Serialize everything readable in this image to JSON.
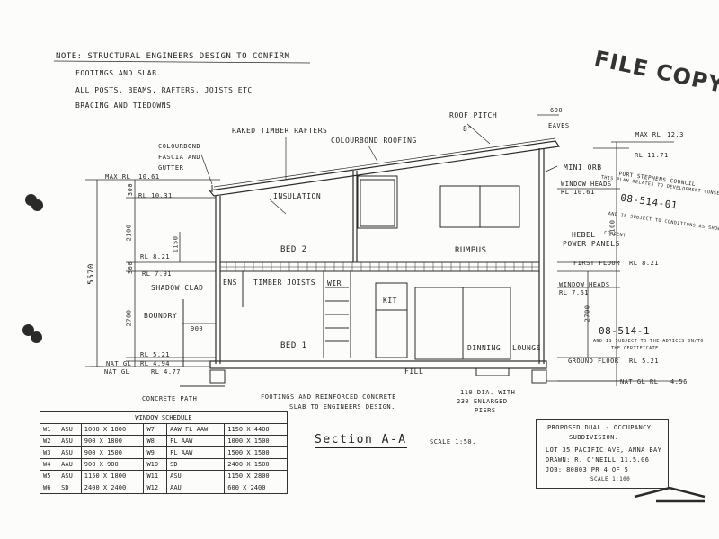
{
  "notes": {
    "heading": "Note: Structural engineers design to confirm",
    "items": [
      "Footings and slab.",
      "All posts, beams, rafters, joists etc",
      "Bracing and tiedowns"
    ]
  },
  "stamp": "FILE COPY",
  "labels": {
    "raked_rafters": "Raked timber rafters",
    "colorbond_roofing": "Colourbond roofing",
    "roof_pitch": "Roof pitch",
    "pitch_value": "8°",
    "eaves_dim": "600",
    "eaves": "Eaves",
    "fascia": "Colourbond fascia and gutter",
    "insulation": "Insulation",
    "mini_orb": "Mini orb",
    "window_heads_upper": "Window heads",
    "rl_upper_window": "RL 10.61",
    "hebel": "Hebel",
    "power_panels": "Power panels",
    "bed2": "Bed 2",
    "rumpus": "Rumpus",
    "shadow_clad": "Shadow clad",
    "ens": "Ens",
    "timber_joists": "Timber joists",
    "wir": "WIR",
    "kit": "Kit",
    "boundry": "Boundry",
    "bed1": "Bed 1",
    "dinning": "Dinning",
    "lounge": "Lounge",
    "fill": "Fill",
    "concrete_path": "Concrete path",
    "footings_note_1": "Footings and reinforced concrete",
    "footings_note_2": "slab to engineers design.",
    "piers_note_1": "110 dia. with",
    "piers_note_2": "230 enlarged",
    "piers_note_3": "piers",
    "first_floor": "First floor",
    "rl_first_floor": "RL 8.21",
    "window_heads_lower": "Window heads",
    "rl_lower_window": "RL 7.61",
    "ground_floor": "Ground floor",
    "rl_ground_floor": "RL 5.21",
    "nat_gl_right": "Nat GL RL",
    "rl_nat_right": "4.56",
    "max_rl_right": "Max RL",
    "max_rl_right_val": "12.3",
    "rl_1171": "RL 11.71",
    "council_1": "Port Stephens Council",
    "council_2": "This plan relates to Development Consent No",
    "council_num": "08-514-01",
    "council_3": "and is subject to conditions as shown on that",
    "council_4": "Consent",
    "council_num2": "08-514-1",
    "council_5": "and is subject to the advices on/to",
    "council_6": "the certificate",
    "max_rl_left": "Max RL",
    "max_rl_left_val": "10.61",
    "rl_1031": "RL 10.31",
    "rl_821_left": "RL 8.21",
    "rl_791": "RL 7.91",
    "rl_521_left": "RL 5.21",
    "nat_gl_left": "Nat GL",
    "rl_494": "RL 4.94",
    "nat_gl_left2": "Nat GL",
    "rl_477": "RL 4.77",
    "dim_300_top": "300",
    "dim_2100": "2100",
    "dim_1150": "1150",
    "dim_300_mid": "300",
    "dim_2700": "2700",
    "dim_5570": "5570",
    "dim_900": "900",
    "dim_2100_r": "2100",
    "dim_2700_r": "2700"
  },
  "section": {
    "title": "Section A-A",
    "scale": "Scale 1:50."
  },
  "schedule": {
    "title": "Window schedule",
    "rows": [
      [
        "W1",
        "ASU",
        "1000 x 1800",
        "W7",
        "AAW FL AAW",
        "1150 x 4400"
      ],
      [
        "W2",
        "ASU",
        "900 x 1800",
        "W8",
        "FL AAW",
        "1000 x 1500"
      ],
      [
        "W3",
        "ASU",
        "900 x 1500",
        "W9",
        "FL AAW",
        "1500 x 1500"
      ],
      [
        "W4",
        "AAU",
        "900 x 900",
        "W10",
        "SD",
        "2400 x 1500"
      ],
      [
        "W5",
        "ASU",
        "1150 x 1800",
        "W11",
        "ASU",
        "1150 x 2800"
      ],
      [
        "W6",
        "SD",
        "2400 x 2400",
        "W12",
        "AAU",
        "600 x 2400"
      ]
    ]
  },
  "title_block": {
    "line1": "Proposed dual - occupancy",
    "line2": "subdivision.",
    "line3": "Lot 35 Pacific Ave, Anna Bay",
    "line4": "Drawn: R. O'Neill    11.5.06",
    "line5": "Job: 80803   Pr 4 of 5",
    "line6": "Scale 1:100"
  }
}
